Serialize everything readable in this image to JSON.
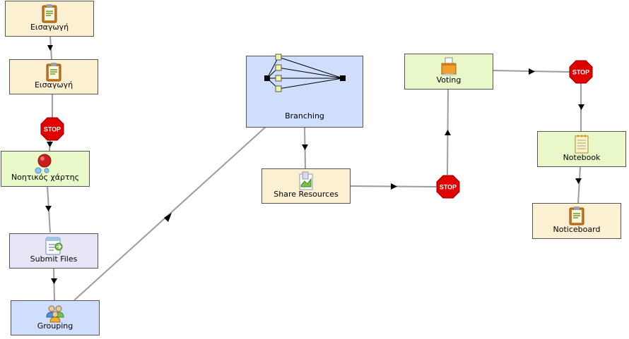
{
  "colors": {
    "info": "#fcf0d2",
    "tool": "#e9f8c8",
    "files": "#e8e6f6",
    "group": "#cfdefc",
    "stop": "#e00000",
    "wire": "#9a9aaa"
  },
  "nodes": {
    "intro1": {
      "label": "Εισαγωγή",
      "icon": "clipboard-icon"
    },
    "intro2": {
      "label": "Εισαγωγή",
      "icon": "clipboard-icon"
    },
    "mindmap": {
      "label": "Νοητικός χάρτης",
      "icon": "bubbles-icon"
    },
    "submit": {
      "label": "Submit Files",
      "icon": "submit-files-icon"
    },
    "grouping": {
      "label": "Grouping",
      "icon": "people-icon"
    },
    "branching": {
      "label": "Branching",
      "icon": "branching-icon"
    },
    "share": {
      "label": "Share Resources",
      "icon": "resources-icon"
    },
    "voting": {
      "label": "Voting",
      "icon": "ballot-box-icon"
    },
    "notebook": {
      "label": "Notebook",
      "icon": "notepad-icon"
    },
    "noticeboard": {
      "label": "Noticeboard",
      "icon": "clipboard-icon"
    }
  },
  "stop_gate": {
    "label": "STOP"
  }
}
